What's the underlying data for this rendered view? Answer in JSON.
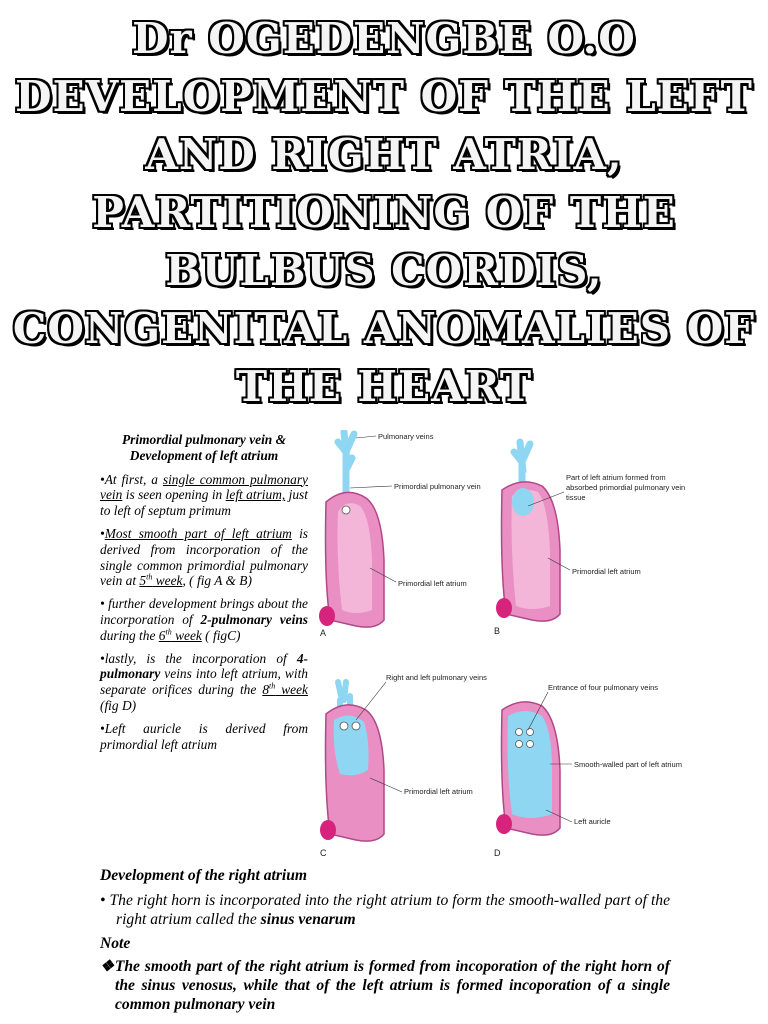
{
  "title": {
    "lines": [
      "Dr OGEDENGBE O.O",
      "DEVELOPMENT OF THE LEFT",
      "AND RIGHT ATRIA,",
      "PARTITIONING OF THE",
      "BULBUS CORDIS,",
      "CONGENITAL ANOMALIES OF",
      "THE HEART"
    ]
  },
  "left_column": {
    "heading_line1": "Primordial pulmonary vein &",
    "heading_line2": "Development of left atrium",
    "p1": {
      "a": "•At first, a ",
      "b": "single common pulmonary vein",
      "c": " is seen opening in ",
      "d": "left atrium,",
      "e": "  just to left of septum primum"
    },
    "p2": {
      "a": "•",
      "b": "Most smooth part of left atrium",
      "c": " is derived from incorporation of the single common primordial pulmonary vein  at ",
      "d": "5",
      "d_sup": "th",
      "d_rest": " week",
      "e": ", ( fig A & B)"
    },
    "p3": {
      "a": "• further development brings about the incorporation of ",
      "b": "2-pulmonary veins",
      "c": "  during the ",
      "d": "6",
      "d_sup": "th",
      "d_rest": " week",
      "e": " ( figC)"
    },
    "p4": {
      "a": "•lastly, is the incorporation of ",
      "b": "4-pulmonary",
      "c": "  veins into left atrium, with separate orifices during the ",
      "d": "8",
      "d_sup": "th",
      "d_rest": " week",
      "e": " (fig D)"
    },
    "p5": "•Left auricle is derived from primordial left atrium"
  },
  "figure": {
    "a": {
      "letter": "A",
      "label_top": "Pulmonary veins",
      "label_mid": "Primordial pulmonary vein",
      "label_bot": "Primordial left atrium"
    },
    "b": {
      "letter": "B",
      "label_top1": "Part of left atrium formed from",
      "label_top2": "absorbed primordial pulmonary vein",
      "label_top3": "tissue",
      "label_bot": "Primordial left atrium"
    },
    "c": {
      "letter": "C",
      "label_top": "Right and left pulmonary veins",
      "label_bot": "Primordial left atrium"
    },
    "d": {
      "letter": "D",
      "label_top": "Entrance of four pulmonary veins",
      "label_mid": "Smooth-walled part of left atrium",
      "label_bot": "Left auricle"
    }
  },
  "right_atrium": {
    "heading": "Development of the right atrium",
    "bullet_text": "• The right horn is incorporated into the right atrium to form the smooth-walled part of the right atrium called the ",
    "bullet_bold": "sinus venarum",
    "note_heading": "Note",
    "note_text": "❖The smooth part of the right atrium is formed from incoporation of the right horn of the sinus venosus, while that of the left atrium is formed incoporation of  a single common pulmonary vein"
  },
  "colors": {
    "atrium_pink": "#e98fc4",
    "vein_blue": "#8fd6f3",
    "auricle_magenta": "#d6247c"
  }
}
